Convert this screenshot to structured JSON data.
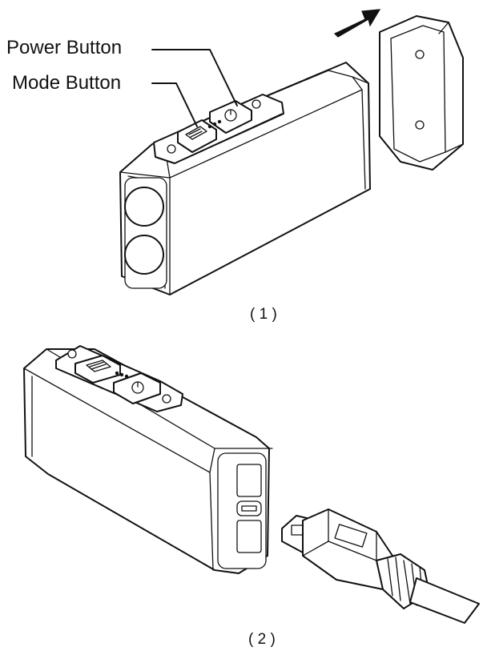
{
  "labels": {
    "power_button": "Power Button",
    "mode_button": "Mode Button"
  },
  "captions": {
    "figure_1": "( 1 )",
    "figure_2": "( 2 )"
  },
  "colors": {
    "line": "#111111",
    "background": "#ffffff"
  }
}
